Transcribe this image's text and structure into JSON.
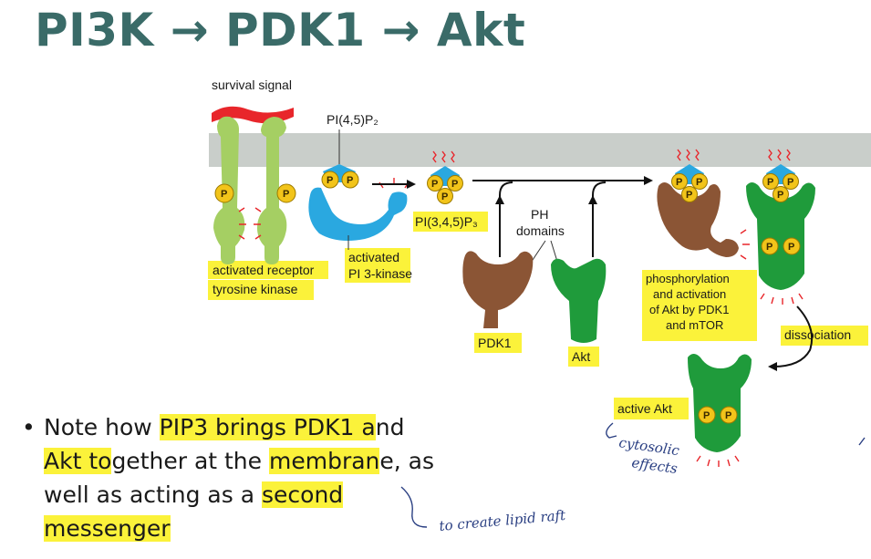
{
  "title": "PI3K → PDK1 → Akt",
  "labels": {
    "survival_signal": "survival signal",
    "pip2": "PI(4,5)P₂",
    "pip3": "PI(3,4,5)P₃",
    "ph_domains_1": "PH",
    "ph_domains_2": "domains",
    "rtk_1": "activated receptor",
    "rtk_2": "tyrosine kinase",
    "pi3k_1": "activated",
    "pi3k_2": "PI 3-kinase",
    "pdk1": "PDK1",
    "akt": "Akt",
    "phos_1": "phosphorylation",
    "phos_2": "and activation",
    "phos_3": "of Akt by PDK1",
    "phos_4": "and mTOR",
    "dissociation": "dissociation",
    "active_akt": "active Akt",
    "p": "P"
  },
  "handwriting": {
    "cytosolic_1": "cytosolic",
    "cytosolic_2": "effects",
    "lipid_raft": "to create lipid raft"
  },
  "bullet": {
    "line1_a": "Note how ",
    "line1_hl": "PIP3 brings PDK1 a",
    "line1_b": "nd",
    "line2_hl1": "Akt to",
    "line2_a": "gether at the ",
    "line2_hl2": "membran",
    "line2_b": "e, as",
    "line3_a": "well as acting as a ",
    "line3_hl": "second",
    "line4_hl": "messenger"
  },
  "colors": {
    "title": "#3a6b68",
    "membrane": "#c9ceca",
    "receptor": "#a5cf63",
    "pi3k": "#2aa8e0",
    "pdk1": "#8b5535",
    "akt": "#1f9b3b",
    "phosphate": "#f2c41a",
    "highlight": "#fbf23a",
    "signal": "#e8262b",
    "handwriting": "#2a3f82"
  }
}
